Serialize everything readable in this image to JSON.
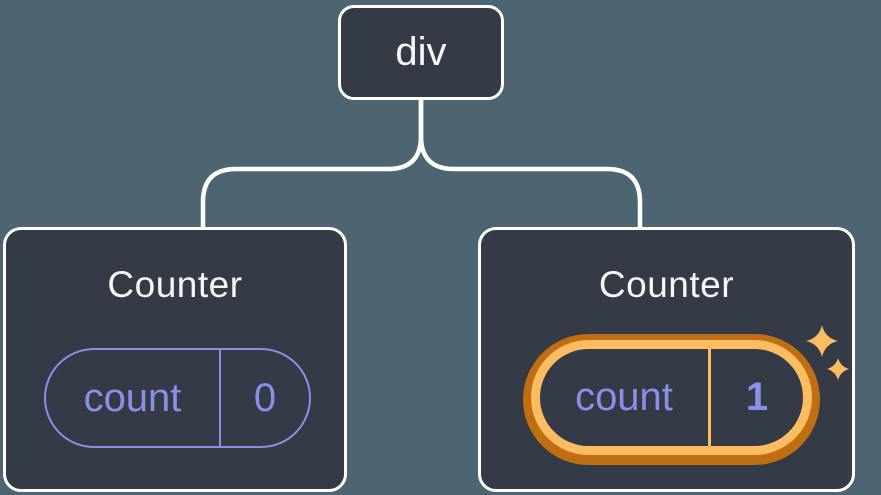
{
  "diagram": {
    "description": "Component tree: a div root with two Counter children, each holding a count state pill; the second Counter's state is highlighted as just updated",
    "tree": {
      "root": {
        "label": "div"
      },
      "children": [
        {
          "title": "Counter",
          "state": {
            "name": "count",
            "value": "0"
          },
          "highlighted": false
        },
        {
          "title": "Counter",
          "state": {
            "name": "count",
            "value": "1"
          },
          "highlighted": true
        }
      ]
    },
    "icons": [
      {
        "name": "sparkles-icon",
        "meaning": "state just updated"
      }
    ],
    "colors": {
      "background": "#4D6570",
      "node_fill": "#343A46",
      "node_border": "#FFFFFF",
      "title_text": "#F6F7F9",
      "state_accent": "#8A90E8",
      "highlight_ring_outer": "#C06E12",
      "highlight_ring_inner": "#FBBC62",
      "sparkle": "#FBBC62",
      "connector": "#FFFFFF"
    }
  }
}
